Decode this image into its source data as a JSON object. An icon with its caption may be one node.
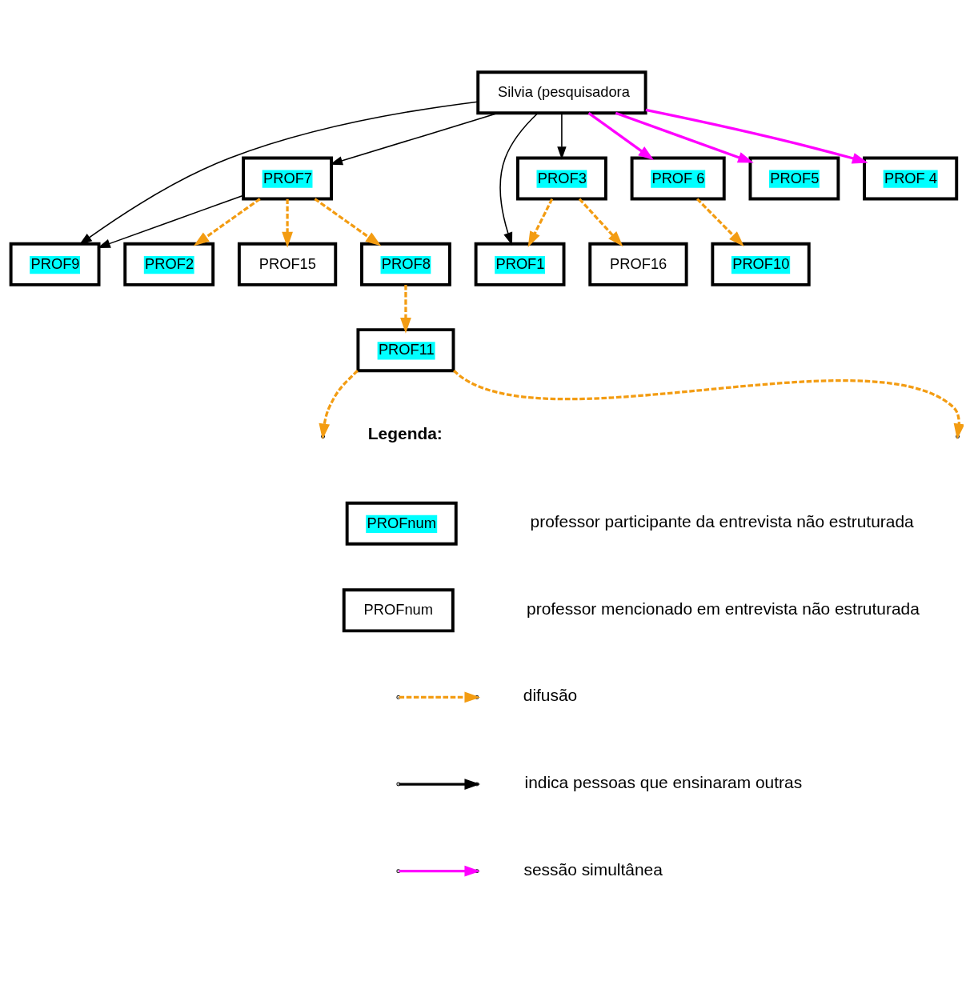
{
  "diagram": {
    "nodes": [
      {
        "text": [
          "Silvia (pesquisadora"
        ]
      },
      {
        "text": [
          "PROF2"
        ]
      },
      {
        "text": [
          "PROF7"
        ]
      },
      {
        "text": [
          "PROF9"
        ]
      },
      {
        "text": [
          "PROF15"
        ]
      },
      {
        "text": [
          "PROF8"
        ]
      },
      {
        "text": [
          "PROF3"
        ]
      },
      {
        "text": [
          "PROF1"
        ]
      },
      {
        "text": [
          "PROF 6"
        ]
      },
      {
        "text": [
          "PROF5"
        ]
      },
      {
        "text": [
          "PROF 4"
        ]
      },
      {
        "text": [
          "PROF16"
        ]
      },
      {
        "text": [
          "PROF11"
        ]
      },
      {
        "text": [
          "PROF10"
        ]
      },
      {
        "text": [
          "PROFnum"
        ]
      },
      {
        "text": [
          "PROFnum"
        ]
      }
    ],
    "edges": [
      {
        "from": 0,
        "to": 2,
        "arrow": "to",
        "color": "#000000"
      },
      {
        "from": 2,
        "to": 3,
        "arrow": "to",
        "color": "#000000"
      },
      {
        "from": 0,
        "to": 3,
        "arrow": "to",
        "color": "#000000"
      },
      {
        "from": 0,
        "to": 6,
        "arrow": "to",
        "color": "#000000"
      },
      {
        "from": 0,
        "to": 7,
        "arrow": "to",
        "color": "#000000"
      },
      {
        "from": 2,
        "to": 1,
        "arrow": "to",
        "style": "dashed"
      },
      {
        "from": 2,
        "to": 4,
        "arrow": "to",
        "style": "dashed"
      },
      {
        "from": 2,
        "to": 5,
        "arrow": "to",
        "style": "dashed"
      },
      {
        "from": 0,
        "to": 8,
        "arrow": "to",
        "color": "#ff00ff"
      },
      {
        "from": 0,
        "to": 9,
        "arrow": "to",
        "color": "#ff00ff"
      },
      {
        "from": 0,
        "to": 10,
        "arrow": "to",
        "color": "#ff00ff"
      },
      {
        "from": 6,
        "to": 7,
        "arrow": "to",
        "style": "dashed"
      },
      {
        "from": 6,
        "to": 11,
        "arrow": "to",
        "style": "dashed"
      },
      {
        "from": 5,
        "to": 12,
        "arrow": "to",
        "style": "dashed"
      },
      {
        "from": 8,
        "to": 13,
        "arrow": "to",
        "style": "dashed"
      },
      {
        "from": 12,
        "to": null,
        "arrow": "to",
        "style": "dashed"
      },
      {
        "from": 12,
        "to": null,
        "arrow": "to",
        "style": "dashed"
      }
    ],
    "labels": [
      "Legenda:"
    ],
    "legend": [
      {
        "text": "professor participante da entrevista não estruturada"
      },
      {
        "text": "professor mencionado em entrevista não estruturada"
      },
      {
        "text": "difusão"
      },
      {
        "text": "indica pessoas que ensinaram outras"
      },
      {
        "text": "sessão simultânea"
      }
    ]
  }
}
